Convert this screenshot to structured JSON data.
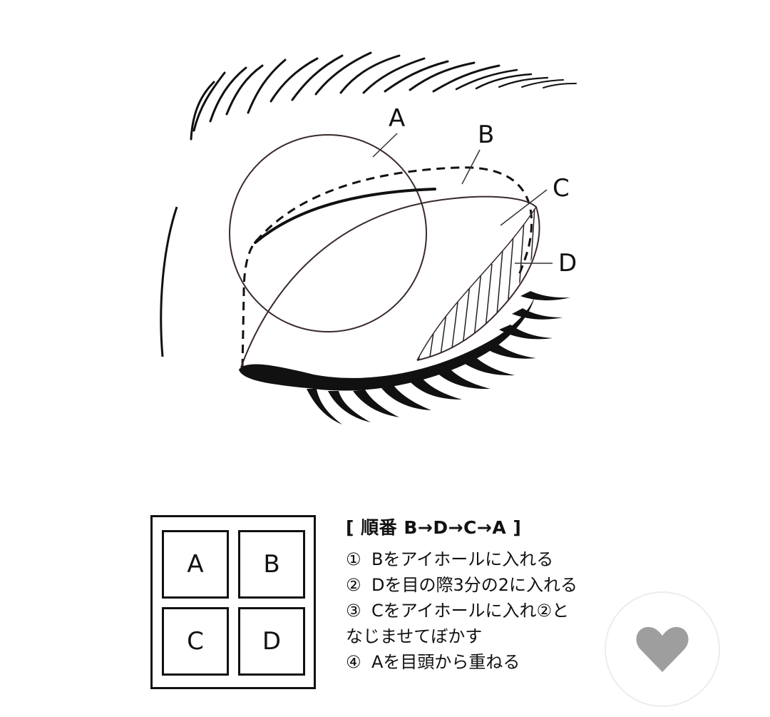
{
  "diagram": {
    "labels": {
      "a": "A",
      "b": "B",
      "c": "C",
      "d": "D"
    }
  },
  "palette": {
    "cells": [
      {
        "label": "A"
      },
      {
        "label": "B"
      },
      {
        "label": "C"
      },
      {
        "label": "D"
      }
    ]
  },
  "instructions": {
    "title": "[ 順番 B→D→C→A ]",
    "steps": [
      {
        "num": "①",
        "text": "Bをアイホールに入れる"
      },
      {
        "num": "②",
        "text": "Dを目の際3分の2に入れる"
      },
      {
        "num": "③",
        "text": "Cをアイホールに入れ②と",
        "cont": "なじませてぼかす"
      },
      {
        "num": "④",
        "text": "Aを目頭から重ねる"
      }
    ]
  },
  "like_button": {
    "icon": "heart-icon",
    "color": "#9e9e9e"
  }
}
